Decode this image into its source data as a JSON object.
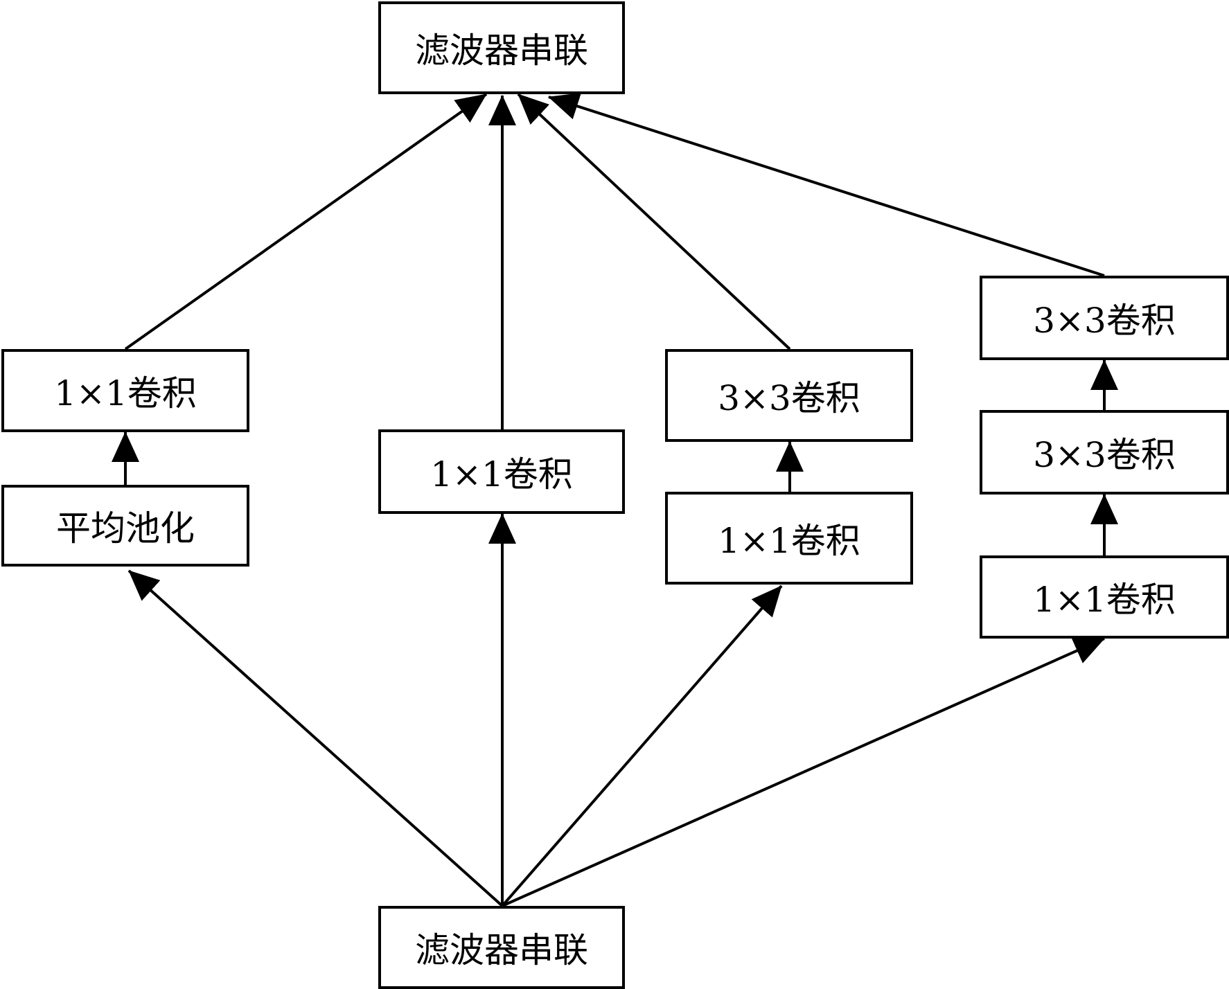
{
  "diagram": {
    "nodes": {
      "top_concat": "滤波器串联",
      "branch1_conv": "1×1卷积",
      "branch1_pool": "平均池化",
      "branch2_conv": "1×1卷积",
      "branch3_conv3": "3×3卷积",
      "branch3_conv1": "1×1卷积",
      "branch4_conv3_top": "3×3卷积",
      "branch4_conv3_mid": "3×3卷积",
      "branch4_conv1": "1×1卷积",
      "bottom_concat": "滤波器串联"
    },
    "edges": [
      {
        "from": "bottom_concat",
        "to": "branch1_pool"
      },
      {
        "from": "bottom_concat",
        "to": "branch2_conv"
      },
      {
        "from": "bottom_concat",
        "to": "branch3_conv1"
      },
      {
        "from": "bottom_concat",
        "to": "branch4_conv1"
      },
      {
        "from": "branch1_pool",
        "to": "branch1_conv"
      },
      {
        "from": "branch3_conv1",
        "to": "branch3_conv3"
      },
      {
        "from": "branch4_conv1",
        "to": "branch4_conv3_mid"
      },
      {
        "from": "branch4_conv3_mid",
        "to": "branch4_conv3_top"
      },
      {
        "from": "branch1_conv",
        "to": "top_concat"
      },
      {
        "from": "branch2_conv",
        "to": "top_concat"
      },
      {
        "from": "branch3_conv3",
        "to": "top_concat"
      },
      {
        "from": "branch4_conv3_top",
        "to": "top_concat"
      }
    ]
  }
}
